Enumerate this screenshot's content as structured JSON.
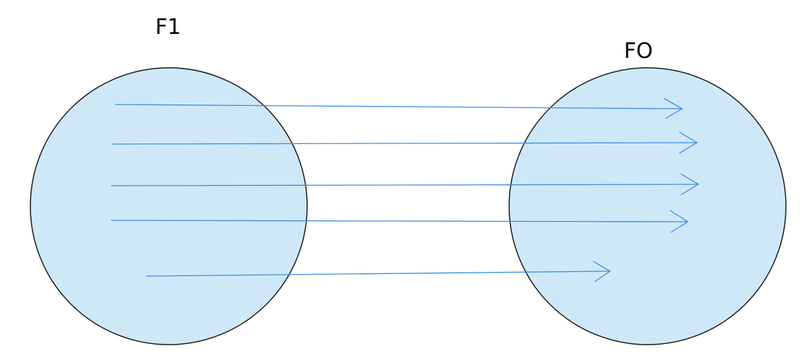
{
  "diagram": {
    "sets": [
      {
        "id": "left",
        "label": "F1"
      },
      {
        "id": "right",
        "label": "FO"
      }
    ],
    "mappings_count": 5,
    "colors": {
      "set_fill": "#cfe8f7",
      "set_stroke": "#1a1a1a",
      "arrow": "#3a8ee6"
    }
  }
}
